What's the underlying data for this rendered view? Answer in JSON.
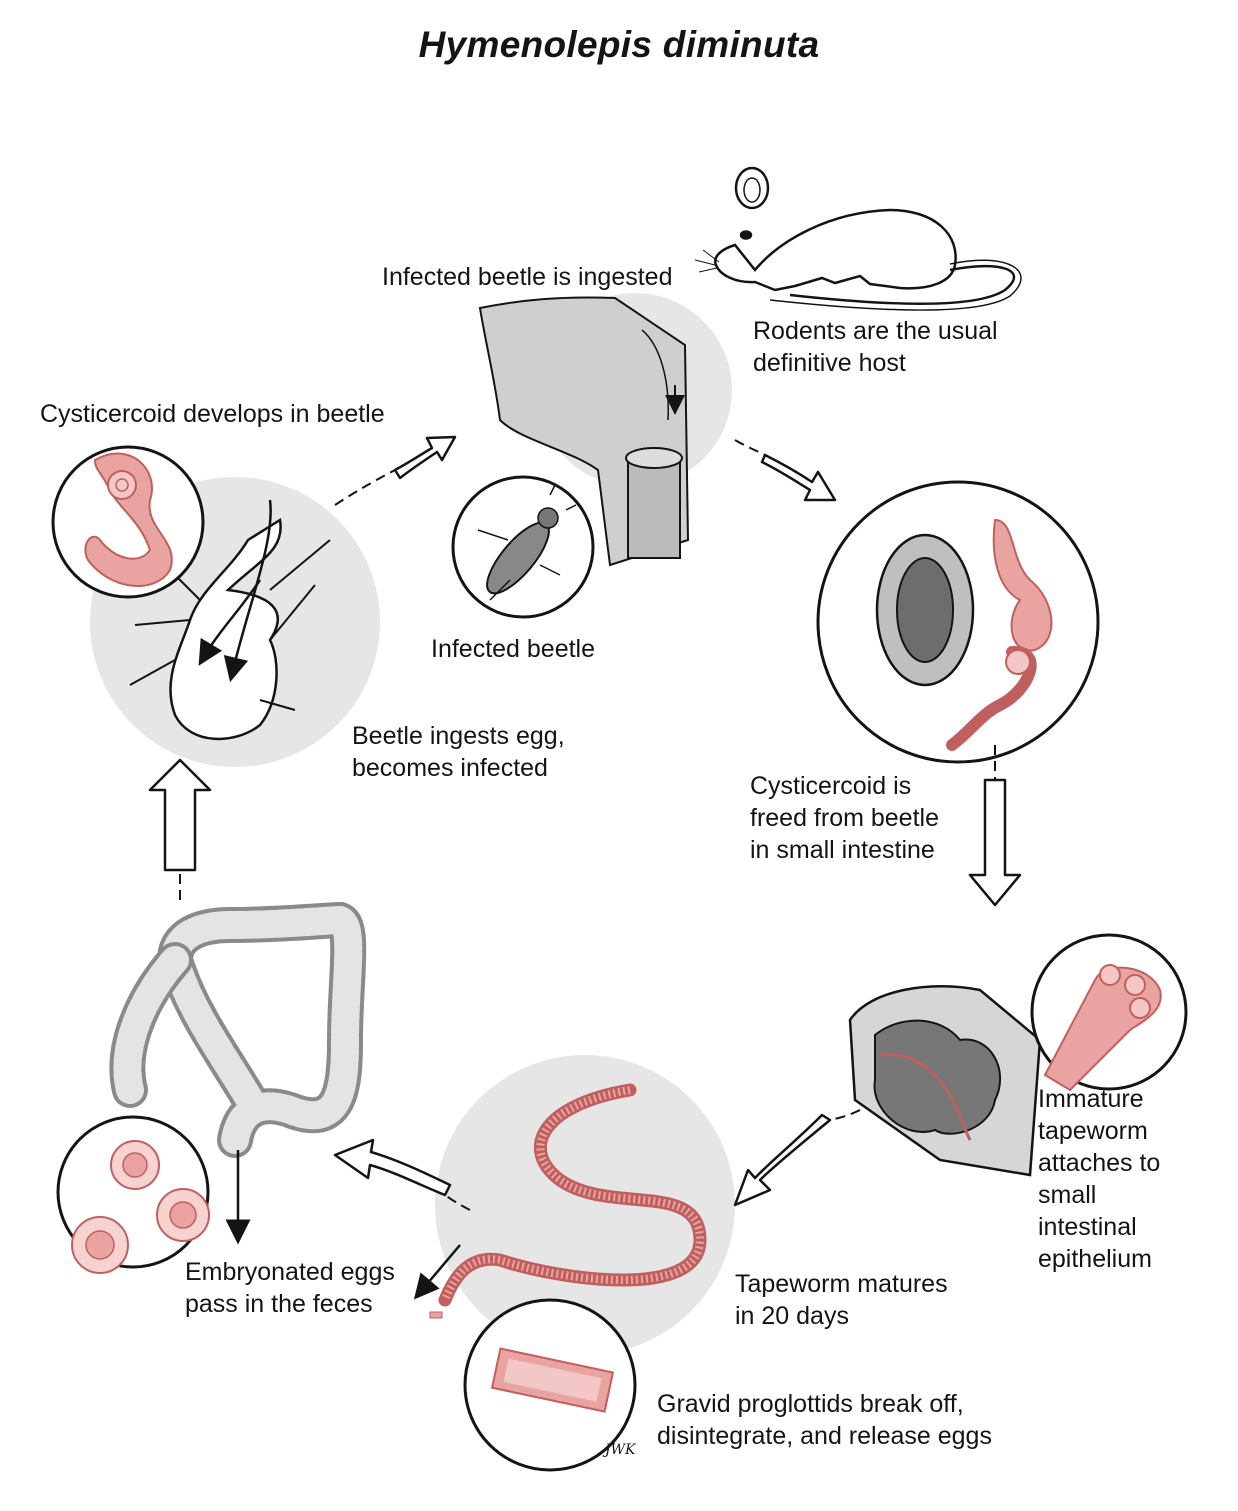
{
  "title": "Hymenolepis diminuta",
  "labels": {
    "infected_beetle_ingested": "Infected beetle is ingested",
    "rodents_host": "Rodents are the usual\ndefinitive host",
    "cysticercoid_develops": "Cysticercoid develops in beetle",
    "infected_beetle": "Infected beetle",
    "beetle_ingests_egg": "Beetle ingests egg,\nbecomes infected",
    "cysticercoid_freed": "Cysticercoid is\nfreed from beetle\nin small intestine",
    "immature_tapeworm": "Immature\ntapeworm\nattaches to\nsmall\nintestinal\nepithelium",
    "tapeworm_matures": "Tapeworm matures\nin 20 days",
    "embryonated_eggs": "Embryonated eggs\npass in the feces",
    "gravid_proglottids": "Gravid proglottids break off,\ndisintegrate, and release eggs"
  },
  "signature": "JWK",
  "colors": {
    "tissue_pink": "#e9a3a0",
    "tissue_stroke": "#c0605e",
    "shade": "#e6e6e6",
    "ink": "#141414"
  }
}
